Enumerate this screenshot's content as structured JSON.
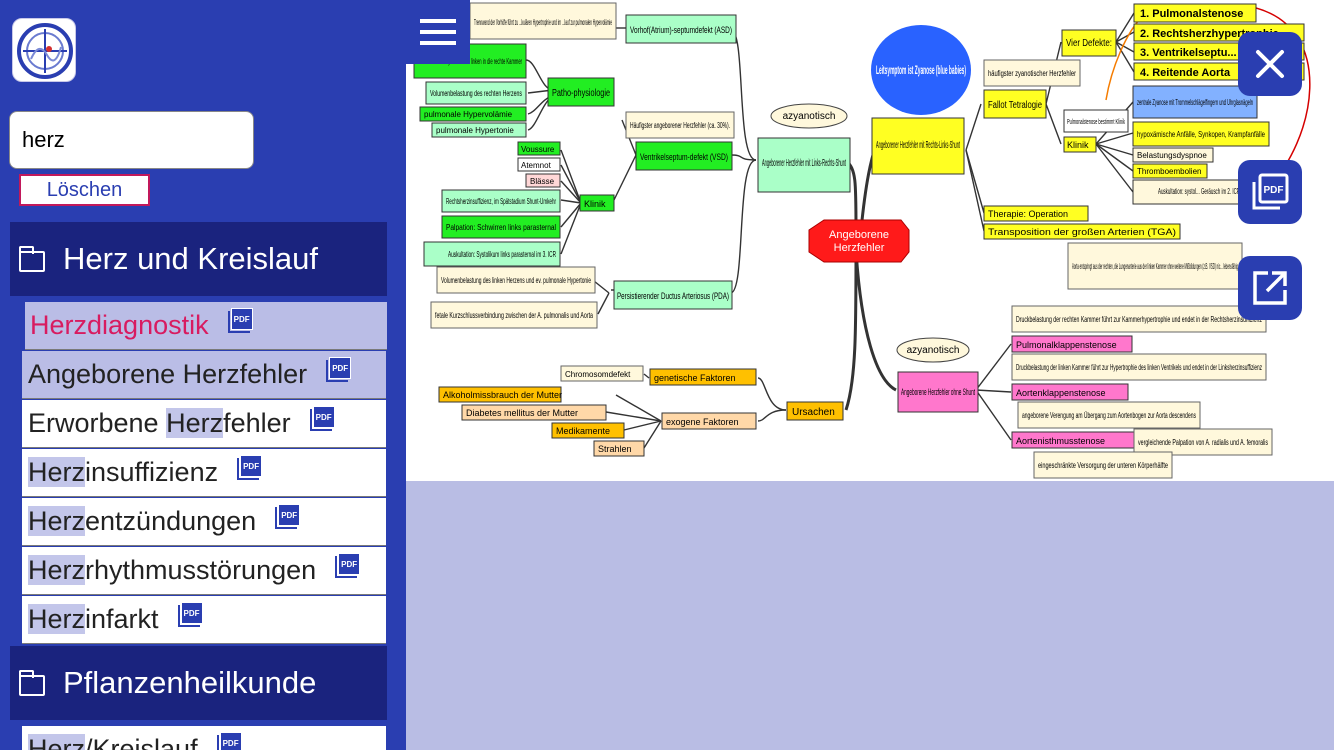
{
  "search": {
    "value": "herz",
    "placeholder": ""
  },
  "clear_label": "Löschen",
  "categories": [
    {
      "label": "Herz und Kreislauf"
    },
    {
      "label": "Pflanzenheilkunde"
    }
  ],
  "items": [
    {
      "match": "Herz",
      "rest": "diagnostik"
    },
    {
      "match": "",
      "rest": "Angeborene Herzfehler"
    },
    {
      "before": "Erworbene ",
      "match": "Herz",
      "rest": "fehler"
    },
    {
      "match": "Herz",
      "rest": "insuffizienz"
    },
    {
      "match": "Herz",
      "rest": "entzündungen"
    },
    {
      "match": "Herz",
      "rest": "rhythmusstörungen"
    },
    {
      "match": "Herz",
      "rest": "infarkt"
    },
    {
      "match": "Herz",
      "rest": "/Kreislauf"
    }
  ],
  "pdf_label": "PDF",
  "icons": {
    "logo": "app-logo-icon",
    "menu": "hamburger-menu-icon",
    "folder": "folder-icon",
    "pdf": "pdf-icon",
    "close": "close-icon",
    "pdf_fab": "pdf-fab-icon",
    "open_external": "open-external-icon"
  },
  "colors": {
    "primary": "#2a3eb1",
    "category": "#1a237e",
    "selected": "#babde6",
    "active_text": "#d81b60",
    "background": "#b9bde4"
  },
  "mindmap": {
    "center": "Angeborene Herzfehler",
    "cyanosis_note": "Leitsymptom ist Zyanose (blue babies)",
    "tag_azyanotisch": "azyanotisch",
    "group_lr": "Angeborener Herzfehler mit Links-Rechts-Shunt",
    "group_rl": "Angeborener Herzfehler mit Rechts-Links-Shunt",
    "group_none": "Angeborene Herzfehler ohne Shunt",
    "group_causes": "Ursachen",
    "asd": "Vorhof(Atrium)-septumdefekt (ASD)",
    "asd_note": "Trennwand der Vorhöfe führt zu ...kulären Hypertrophie und im ...lauf zur pulmonalen Hypervolämie",
    "patho": "Patho-physiologie",
    "patho_1": "...während der Systole ...der linken in die rechte Kammer",
    "patho_2": "Volumenbelastung des rechten Herzens",
    "patho_3": "pulmonale Hypervolämie",
    "patho_4": "pulmonale Hypertonie",
    "vsd": "Ventrikelseptum-defekt (VSD)",
    "vsd_note": "Häufigster angeborener Herzfehler (ca. 30%).",
    "klinik": "Klinik",
    "klinik_1": "Voussure",
    "klinik_2": "Atemnot",
    "klinik_3": "Blässe",
    "klinik_4": "Rechtsherzinsuffizienz, im Spätstadium Shunt-Umkehr",
    "klinik_5": "Palpation: Schwirren links parasternal",
    "klinik_6": "Auskultation: Systolikum links parasternal im 3. ICR",
    "pda": "Persistierender Ductus Arteriosus (PDA)",
    "pda_1": "Volumenbelastung des linken Herzens und ev. pulmonale Hypertonie",
    "pda_2": "fetale Kurzschlussverbindung zwischen der A. pulmonalis und Aorta",
    "gen": "genetische Faktoren",
    "gen_1": "Chromosomdefekt",
    "exo": "exogene Faktoren",
    "exo_1": "Alkoholmissbrauch der Mutter",
    "exo_2": "Diabetes mellitus der Mutter",
    "exo_3": "Medikamente",
    "exo_4": "Strahlen",
    "fallot": "Fallot Tetralogie",
    "fallot_note": "häufigster zyanotischer Herzfehler",
    "vier": "Vier Defekte:",
    "def_1": "1. Pulmonalstenose",
    "def_2": "2. Rechtsherzhypertrophie",
    "def_3": "3. Ventrikelseptu...",
    "def_4": "4. Reitende Aorta",
    "pst_klinik": "Pulmonalstenose bestimmt Klinik",
    "fallot_klinik": "Klinik",
    "fk_1": "zentrale Zyanose mit Trommelschlägelfingern und Uhrglasnägeln",
    "fk_2": "hypoxämische Anfälle, Synkopen, Krampfanfälle",
    "fk_3": "Belastungsdyspnoe",
    "fk_4": "Thromboembolien",
    "fk_5": "Auskultation: systol... Geräusch im 2. ICR",
    "therapie": "Therapie: Operation",
    "tga": "Transposition der großen Arterien (TGA)",
    "tga_note": "Aorta entspringt aus der rechten, die Lungenarterie aus der linken Kammer ohne weitere Mißbildungen (z.B. VSD) nic... lebensfähig",
    "pks": "Pulmonalklappenstenose",
    "pks_note": "Druckbelastung der rechten Kammer führt zur Kammerhypertrophie und endet in der Rechtsherzinsuffizienz",
    "aks": "Aortenklappenstenose",
    "aks_note": "Druckbelastung der linken Kammer führt zur Hypertrophie des linken Ventrikels und endet in der Linksherzinsuffizienz",
    "ais": "Aortenisthmusstenose",
    "ais_1": "angeborene Verengung am Übergang zum Aortenbogen zur Aorta descendens",
    "ais_2": "vergleichende Palpation von A. radialis und A. femoralis",
    "ais_3": "eingeschränkte Versorgung der unteren Körperhälfte"
  }
}
